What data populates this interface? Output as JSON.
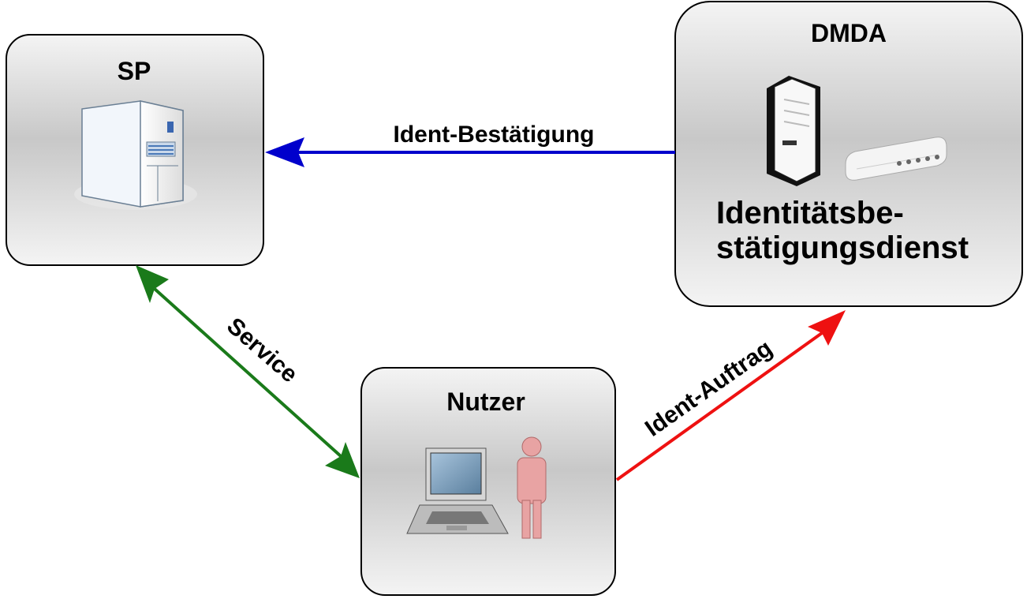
{
  "nodes": {
    "sp": {
      "title": "SP"
    },
    "dmda": {
      "title": "DMDA",
      "subtitle_line1": "Identitätsbe-",
      "subtitle_line2": "stätigungsdienst"
    },
    "nutzer": {
      "title": "Nutzer"
    }
  },
  "edges": {
    "ident_bestaetigung": {
      "label": "Ident-Bestätigung",
      "color": "#0000cc"
    },
    "service": {
      "label": "Service",
      "color": "#1a7a1a"
    },
    "ident_auftrag": {
      "label": "Ident-Auftrag",
      "color": "#ee1111"
    }
  },
  "icons": {
    "sp": "server-tower-icon",
    "dmda": [
      "server-tower-icon",
      "router-icon"
    ],
    "nutzer": [
      "laptop-icon",
      "person-icon"
    ]
  }
}
